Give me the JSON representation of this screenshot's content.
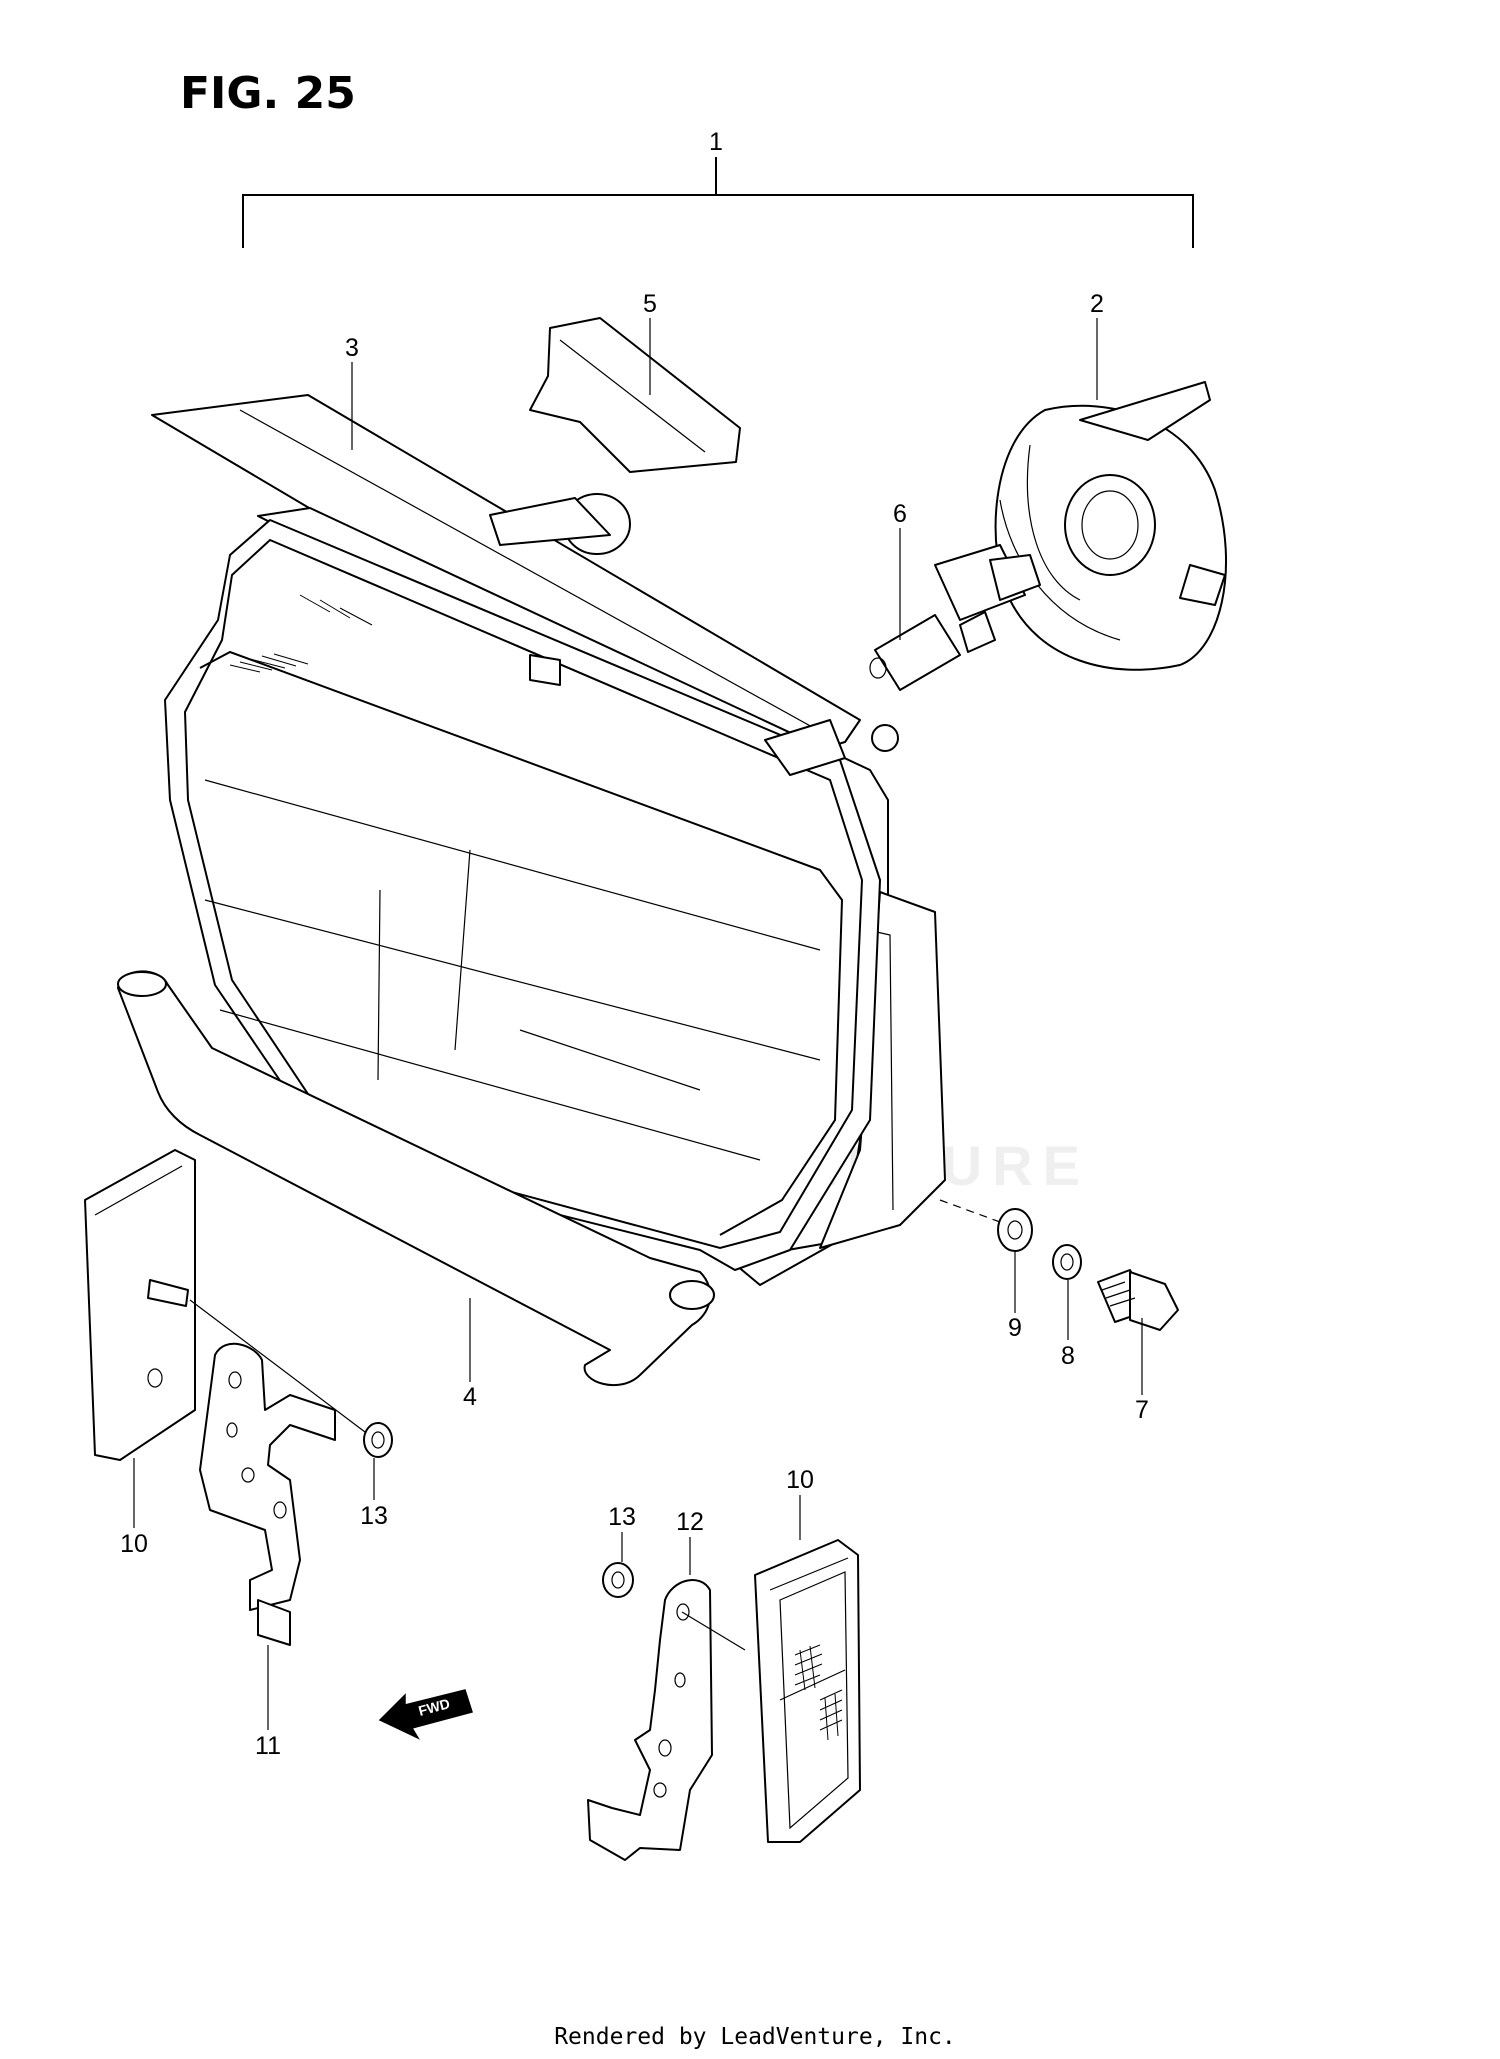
{
  "figure": {
    "title": "FIG. 25"
  },
  "callouts": {
    "assembly": "1",
    "socket": "2",
    "upper_cover": "3",
    "lower_cover": "4",
    "plate": "5",
    "bulb": "6",
    "bolt": "7",
    "washer_8": "8",
    "washer_9": "9",
    "reflector_left": "10",
    "reflector_right": "10",
    "bracket_left": "11",
    "bracket_right": "12",
    "nut_left": "13",
    "nut_right": "13"
  },
  "direction_arrow": {
    "label": "FWD"
  },
  "watermark": {
    "text": "LEADVENTURE"
  },
  "footer": {
    "text": "Rendered by LeadVenture, Inc."
  }
}
